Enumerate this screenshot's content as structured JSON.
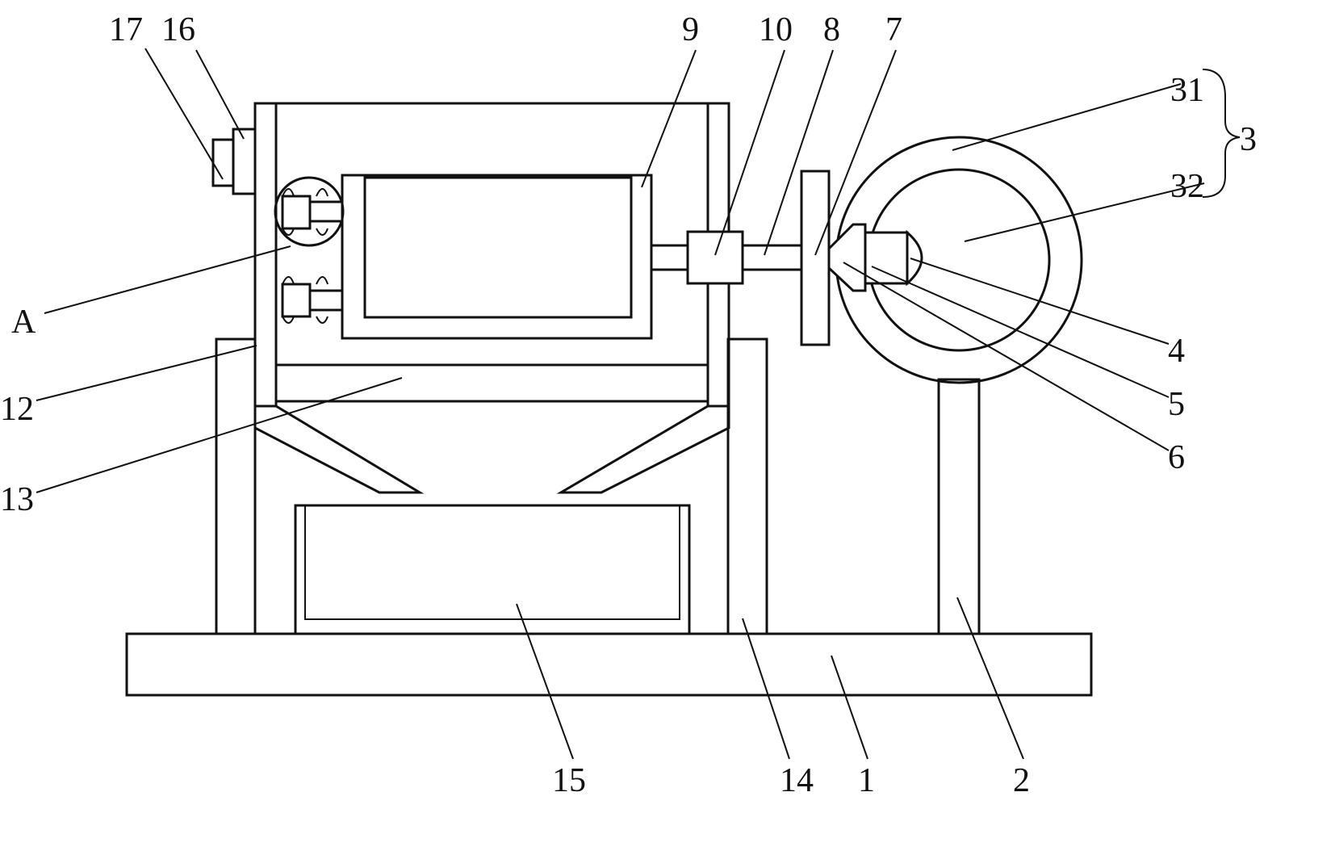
{
  "figure": {
    "type": "mechanical-diagram",
    "labels": {
      "l1": "1",
      "l2": "2",
      "l3": "3",
      "l4": "4",
      "l5": "5",
      "l6": "6",
      "l7": "7",
      "l8": "8",
      "l9": "9",
      "l10": "10",
      "l12": "12",
      "l13": "13",
      "l14": "14",
      "l15": "15",
      "l16": "16",
      "l17": "17",
      "l31": "31",
      "l32": "32",
      "lA": "A"
    },
    "colors": {
      "stroke": "#111111",
      "background": "#ffffff"
    }
  }
}
